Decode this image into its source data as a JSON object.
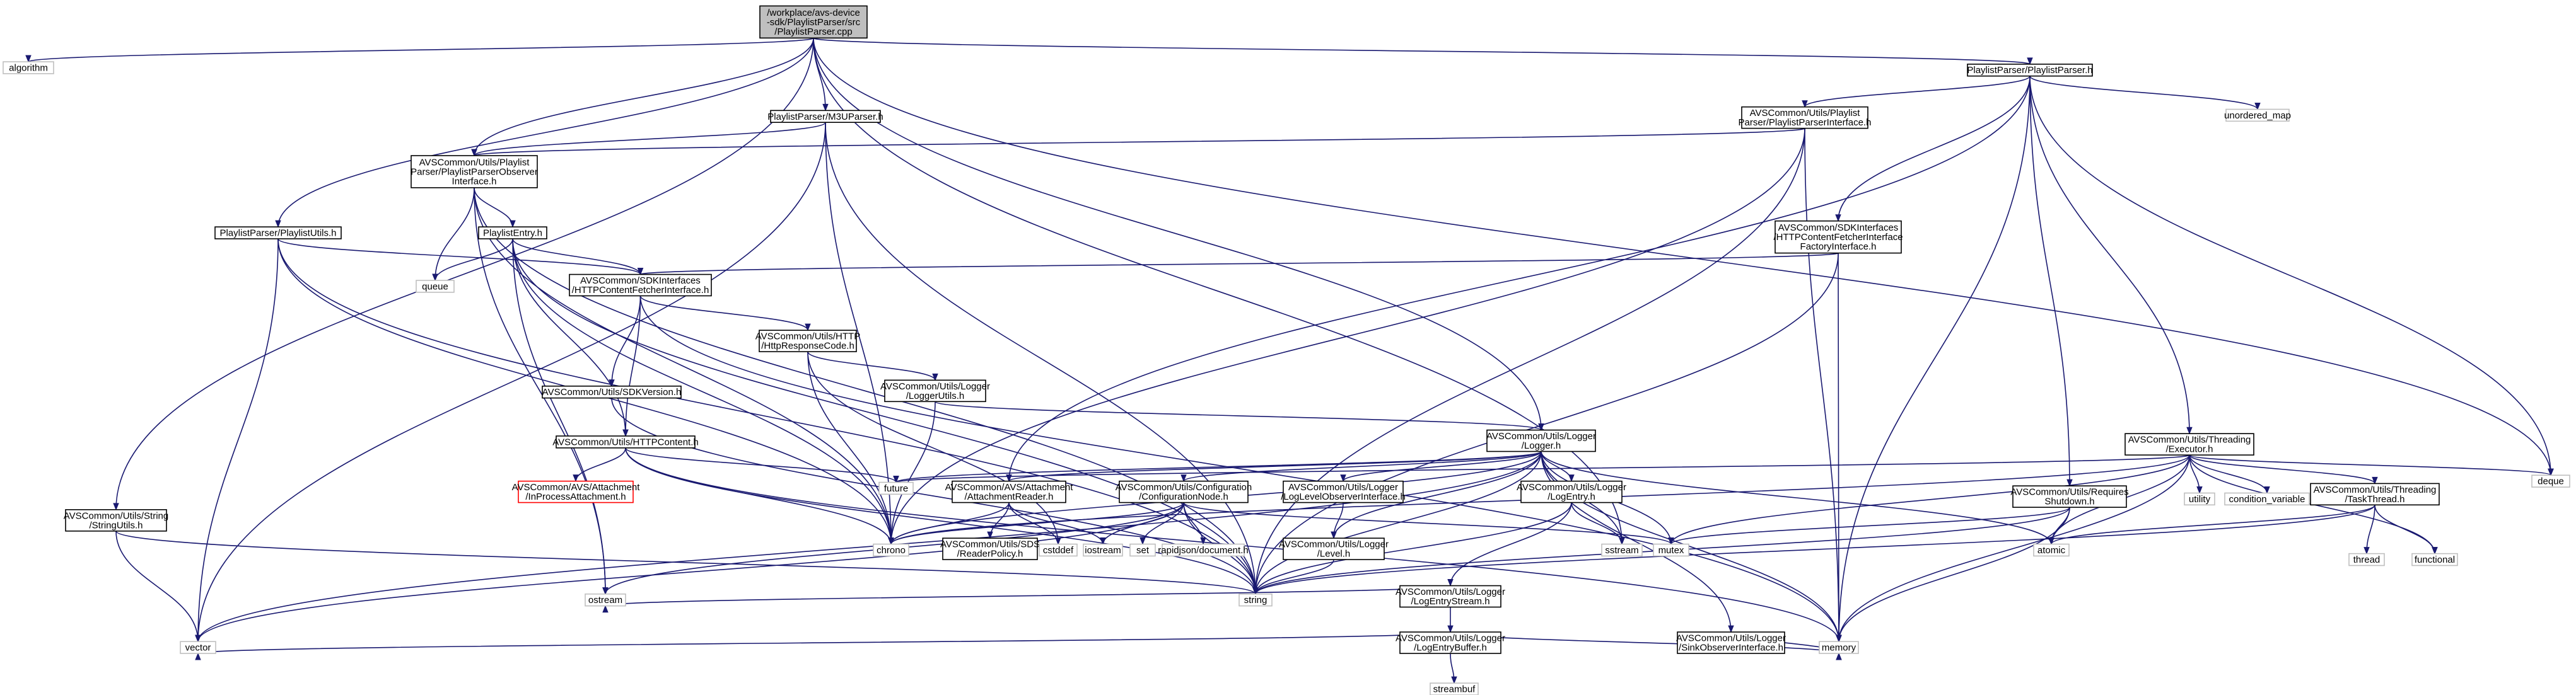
{
  "colors": {
    "edge": "#191970",
    "box_border": "#000000",
    "box_fill": "#ffffff",
    "root_fill": "#bfbfbf",
    "missing_border": "#ff0000",
    "leaf_border": "#bfbfbf",
    "text": "#000000"
  },
  "nodes": [
    {
      "id": "root",
      "lines": [
        "/workplace/avs-device",
        "-sdk/PlaylistParser/src",
        "/PlaylistParser.cpp"
      ],
      "style": "root"
    },
    {
      "id": "algorithm",
      "lines": [
        "algorithm"
      ],
      "style": "leaf"
    },
    {
      "id": "stringutils",
      "lines": [
        "AVSCommon/Utils/String",
        "/StringUtils.h"
      ],
      "style": "box"
    },
    {
      "id": "ppu",
      "lines": [
        "PlaylistParser/PlaylistUtils.h"
      ],
      "style": "box"
    },
    {
      "id": "m3u",
      "lines": [
        "PlaylistParser/M3UParser.h"
      ],
      "style": "box"
    },
    {
      "id": "observer",
      "lines": [
        "AVSCommon/Utils/Playlist",
        "Parser/PlaylistParserObserver",
        "Interface.h"
      ],
      "style": "box"
    },
    {
      "id": "entry",
      "lines": [
        "PlaylistEntry.h"
      ],
      "style": "box"
    },
    {
      "id": "queue",
      "lines": [
        "queue"
      ],
      "style": "leaf"
    },
    {
      "id": "fetcher",
      "lines": [
        "AVSCommon/SDKInterfaces",
        "/HTTPContentFetcherInterface.h"
      ],
      "style": "box"
    },
    {
      "id": "httpcode",
      "lines": [
        "AVSCommon/Utils/HTTP",
        "/HttpResponseCode.h"
      ],
      "style": "box"
    },
    {
      "id": "loggerutils",
      "lines": [
        "AVSCommon/Utils/Logger",
        "/LoggerUtils.h"
      ],
      "style": "box"
    },
    {
      "id": "sdkver",
      "lines": [
        "AVSCommon/Utils/SDKVersion.h"
      ],
      "style": "box"
    },
    {
      "id": "httpcontent",
      "lines": [
        "AVSCommon/Utils/HTTPContent.h"
      ],
      "style": "box"
    },
    {
      "id": "inproc",
      "lines": [
        "AVSCommon/AVS/Attachment",
        "/InProcessAttachment.h"
      ],
      "style": "missing"
    },
    {
      "id": "logger",
      "lines": [
        "AVSCommon/Utils/Logger",
        "/Logger.h"
      ],
      "style": "box"
    },
    {
      "id": "future",
      "lines": [
        "future"
      ],
      "style": "leaf"
    },
    {
      "id": "attreader",
      "lines": [
        "AVSCommon/AVS/Attachment",
        "/AttachmentReader.h"
      ],
      "style": "box"
    },
    {
      "id": "confignode",
      "lines": [
        "AVSCommon/Utils/Configuration",
        "/ConfigurationNode.h"
      ],
      "style": "box"
    },
    {
      "id": "llobserver",
      "lines": [
        "AVSCommon/Utils/Logger",
        "/LogLevelObserverInterface.h"
      ],
      "style": "box"
    },
    {
      "id": "logentry",
      "lines": [
        "AVSCommon/Utils/Logger",
        "/LogEntry.h"
      ],
      "style": "box"
    },
    {
      "id": "chrono",
      "lines": [
        "chrono"
      ],
      "style": "leaf"
    },
    {
      "id": "sds",
      "lines": [
        "AVSCommon/Utils/SDS",
        "/ReaderPolicy.h"
      ],
      "style": "box"
    },
    {
      "id": "cstddef",
      "lines": [
        "cstddef"
      ],
      "style": "leaf"
    },
    {
      "id": "iostream",
      "lines": [
        "iostream"
      ],
      "style": "leaf"
    },
    {
      "id": "set",
      "lines": [
        "set"
      ],
      "style": "leaf"
    },
    {
      "id": "rapidjson",
      "lines": [
        "rapidjson/document.h"
      ],
      "style": "leaf"
    },
    {
      "id": "level",
      "lines": [
        "AVSCommon/Utils/Logger",
        "/Level.h"
      ],
      "style": "box"
    },
    {
      "id": "sstream",
      "lines": [
        "sstream"
      ],
      "style": "leaf"
    },
    {
      "id": "logstream",
      "lines": [
        "AVSCommon/Utils/Logger",
        "/LogEntryStream.h"
      ],
      "style": "box"
    },
    {
      "id": "mutex",
      "lines": [
        "mutex"
      ],
      "style": "leaf"
    },
    {
      "id": "ostream",
      "lines": [
        "ostream"
      ],
      "style": "leaf"
    },
    {
      "id": "string",
      "lines": [
        "string"
      ],
      "style": "leaf"
    },
    {
      "id": "logbuffer",
      "lines": [
        "AVSCommon/Utils/Logger",
        "/LogEntryBuffer.h"
      ],
      "style": "box"
    },
    {
      "id": "sinkobs",
      "lines": [
        "AVSCommon/Utils/Logger",
        "/SinkObserverInterface.h"
      ],
      "style": "box"
    },
    {
      "id": "vector",
      "lines": [
        "vector"
      ],
      "style": "leaf"
    },
    {
      "id": "streambuf",
      "lines": [
        "streambuf"
      ],
      "style": "leaf"
    },
    {
      "id": "memory",
      "lines": [
        "memory"
      ],
      "style": "leaf"
    },
    {
      "id": "pph",
      "lines": [
        "PlaylistParser/PlaylistParser.h"
      ],
      "style": "box"
    },
    {
      "id": "ppi",
      "lines": [
        "AVSCommon/Utils/Playlist",
        "Parser/PlaylistParserInterface.h"
      ],
      "style": "box"
    },
    {
      "id": "factory",
      "lines": [
        "AVSCommon/SDKInterfaces",
        "/HTTPContentFetcherInterface",
        "FactoryInterface.h"
      ],
      "style": "box"
    },
    {
      "id": "unordered_map",
      "lines": [
        "unordered_map"
      ],
      "style": "leaf"
    },
    {
      "id": "executor",
      "lines": [
        "AVSCommon/Utils/Threading",
        "/Executor.h"
      ],
      "style": "box"
    },
    {
      "id": "reqshut",
      "lines": [
        "AVSCommon/Utils/Requires",
        "Shutdown.h"
      ],
      "style": "box"
    },
    {
      "id": "utility",
      "lines": [
        "utility"
      ],
      "style": "leaf"
    },
    {
      "id": "condvar",
      "lines": [
        "condition_variable"
      ],
      "style": "leaf"
    },
    {
      "id": "tasktread",
      "lines": [
        "AVSCommon/Utils/Threading",
        "/TaskThread.h"
      ],
      "style": "box"
    },
    {
      "id": "atomic",
      "lines": [
        "atomic"
      ],
      "style": "leaf"
    },
    {
      "id": "thread",
      "lines": [
        "thread"
      ],
      "style": "leaf"
    },
    {
      "id": "functional",
      "lines": [
        "functional"
      ],
      "style": "leaf"
    },
    {
      "id": "deque",
      "lines": [
        "deque"
      ],
      "style": "leaf"
    }
  ],
  "edges": [
    [
      "root",
      "algorithm"
    ],
    [
      "root",
      "stringutils"
    ],
    [
      "root",
      "ppu"
    ],
    [
      "root",
      "m3u"
    ],
    [
      "root",
      "observer"
    ],
    [
      "root",
      "logger"
    ],
    [
      "root",
      "sstream"
    ],
    [
      "root",
      "pph"
    ],
    [
      "root",
      "deque"
    ],
    [
      "stringutils",
      "string"
    ],
    [
      "stringutils",
      "vector"
    ],
    [
      "ppu",
      "fetcher"
    ],
    [
      "ppu",
      "chrono"
    ],
    [
      "ppu",
      "string"
    ],
    [
      "ppu",
      "vector"
    ],
    [
      "m3u",
      "observer"
    ],
    [
      "m3u",
      "chrono"
    ],
    [
      "m3u",
      "string"
    ],
    [
      "m3u",
      "vector"
    ],
    [
      "observer",
      "entry"
    ],
    [
      "observer",
      "queue"
    ],
    [
      "observer",
      "chrono"
    ],
    [
      "observer",
      "string"
    ],
    [
      "observer",
      "ostream"
    ],
    [
      "entry",
      "fetcher"
    ],
    [
      "entry",
      "httpcontent"
    ],
    [
      "entry",
      "queue"
    ],
    [
      "entry",
      "chrono"
    ],
    [
      "entry",
      "string"
    ],
    [
      "entry",
      "ostream"
    ],
    [
      "fetcher",
      "httpcode"
    ],
    [
      "fetcher",
      "sdkver"
    ],
    [
      "fetcher",
      "httpcontent"
    ],
    [
      "fetcher",
      "memory"
    ],
    [
      "httpcode",
      "loggerutils"
    ],
    [
      "httpcode",
      "chrono"
    ],
    [
      "httpcode",
      "cstddef"
    ],
    [
      "loggerutils",
      "logger"
    ],
    [
      "loggerutils",
      "chrono"
    ],
    [
      "sdkver",
      "string"
    ],
    [
      "httpcontent",
      "inproc"
    ],
    [
      "httpcontent",
      "future"
    ],
    [
      "httpcontent",
      "chrono"
    ],
    [
      "httpcontent",
      "string"
    ],
    [
      "httpcontent",
      "memory"
    ],
    [
      "logger",
      "future"
    ],
    [
      "logger",
      "chrono"
    ],
    [
      "logger",
      "attreader"
    ],
    [
      "logger",
      "confignode"
    ],
    [
      "logger",
      "llobserver"
    ],
    [
      "logger",
      "logentry"
    ],
    [
      "logger",
      "level"
    ],
    [
      "logger",
      "sstream"
    ],
    [
      "logger",
      "mutex"
    ],
    [
      "logger",
      "string"
    ],
    [
      "logger",
      "sinkobs"
    ],
    [
      "logger",
      "vector"
    ],
    [
      "logger",
      "atomic"
    ],
    [
      "logger",
      "memory"
    ],
    [
      "attreader",
      "chrono"
    ],
    [
      "attreader",
      "sds"
    ],
    [
      "attreader",
      "cstddef"
    ],
    [
      "attreader",
      "iostream"
    ],
    [
      "confignode",
      "chrono"
    ],
    [
      "confignode",
      "iostream"
    ],
    [
      "confignode",
      "set"
    ],
    [
      "confignode",
      "rapidjson"
    ],
    [
      "confignode",
      "mutex"
    ],
    [
      "confignode",
      "string"
    ],
    [
      "confignode",
      "ostream"
    ],
    [
      "confignode",
      "vector"
    ],
    [
      "llobserver",
      "level"
    ],
    [
      "logentry",
      "logstream"
    ],
    [
      "logentry",
      "sstream"
    ],
    [
      "logentry",
      "string"
    ],
    [
      "level",
      "string"
    ],
    [
      "logstream",
      "logbuffer"
    ],
    [
      "logstream",
      "ostream"
    ],
    [
      "logbuffer",
      "vector"
    ],
    [
      "logbuffer",
      "streambuf"
    ],
    [
      "logbuffer",
      "memory"
    ],
    [
      "sinkobs",
      "memory"
    ],
    [
      "pph",
      "ppi"
    ],
    [
      "pph",
      "attreader"
    ],
    [
      "pph",
      "factory"
    ],
    [
      "pph",
      "unordered_map"
    ],
    [
      "pph",
      "executor"
    ],
    [
      "pph",
      "reqshut"
    ],
    [
      "pph",
      "deque"
    ],
    [
      "pph",
      "memory"
    ],
    [
      "ppi",
      "observer"
    ],
    [
      "ppi",
      "chrono"
    ],
    [
      "ppi",
      "memory"
    ],
    [
      "ppi",
      "string"
    ],
    [
      "factory",
      "fetcher"
    ],
    [
      "factory",
      "memory"
    ],
    [
      "factory",
      "string"
    ],
    [
      "executor",
      "utility"
    ],
    [
      "executor",
      "condvar"
    ],
    [
      "executor",
      "tasktread"
    ],
    [
      "executor",
      "future"
    ],
    [
      "executor",
      "chrono"
    ],
    [
      "executor",
      "mutex"
    ],
    [
      "executor",
      "atomic"
    ],
    [
      "executor",
      "functional"
    ],
    [
      "executor",
      "deque"
    ],
    [
      "executor",
      "memory"
    ],
    [
      "reqshut",
      "mutex"
    ],
    [
      "reqshut",
      "atomic"
    ],
    [
      "reqshut",
      "string"
    ],
    [
      "reqshut",
      "memory"
    ],
    [
      "tasktread",
      "atomic"
    ],
    [
      "tasktread",
      "thread"
    ],
    [
      "tasktread",
      "functional"
    ],
    [
      "tasktread",
      "string"
    ]
  ]
}
